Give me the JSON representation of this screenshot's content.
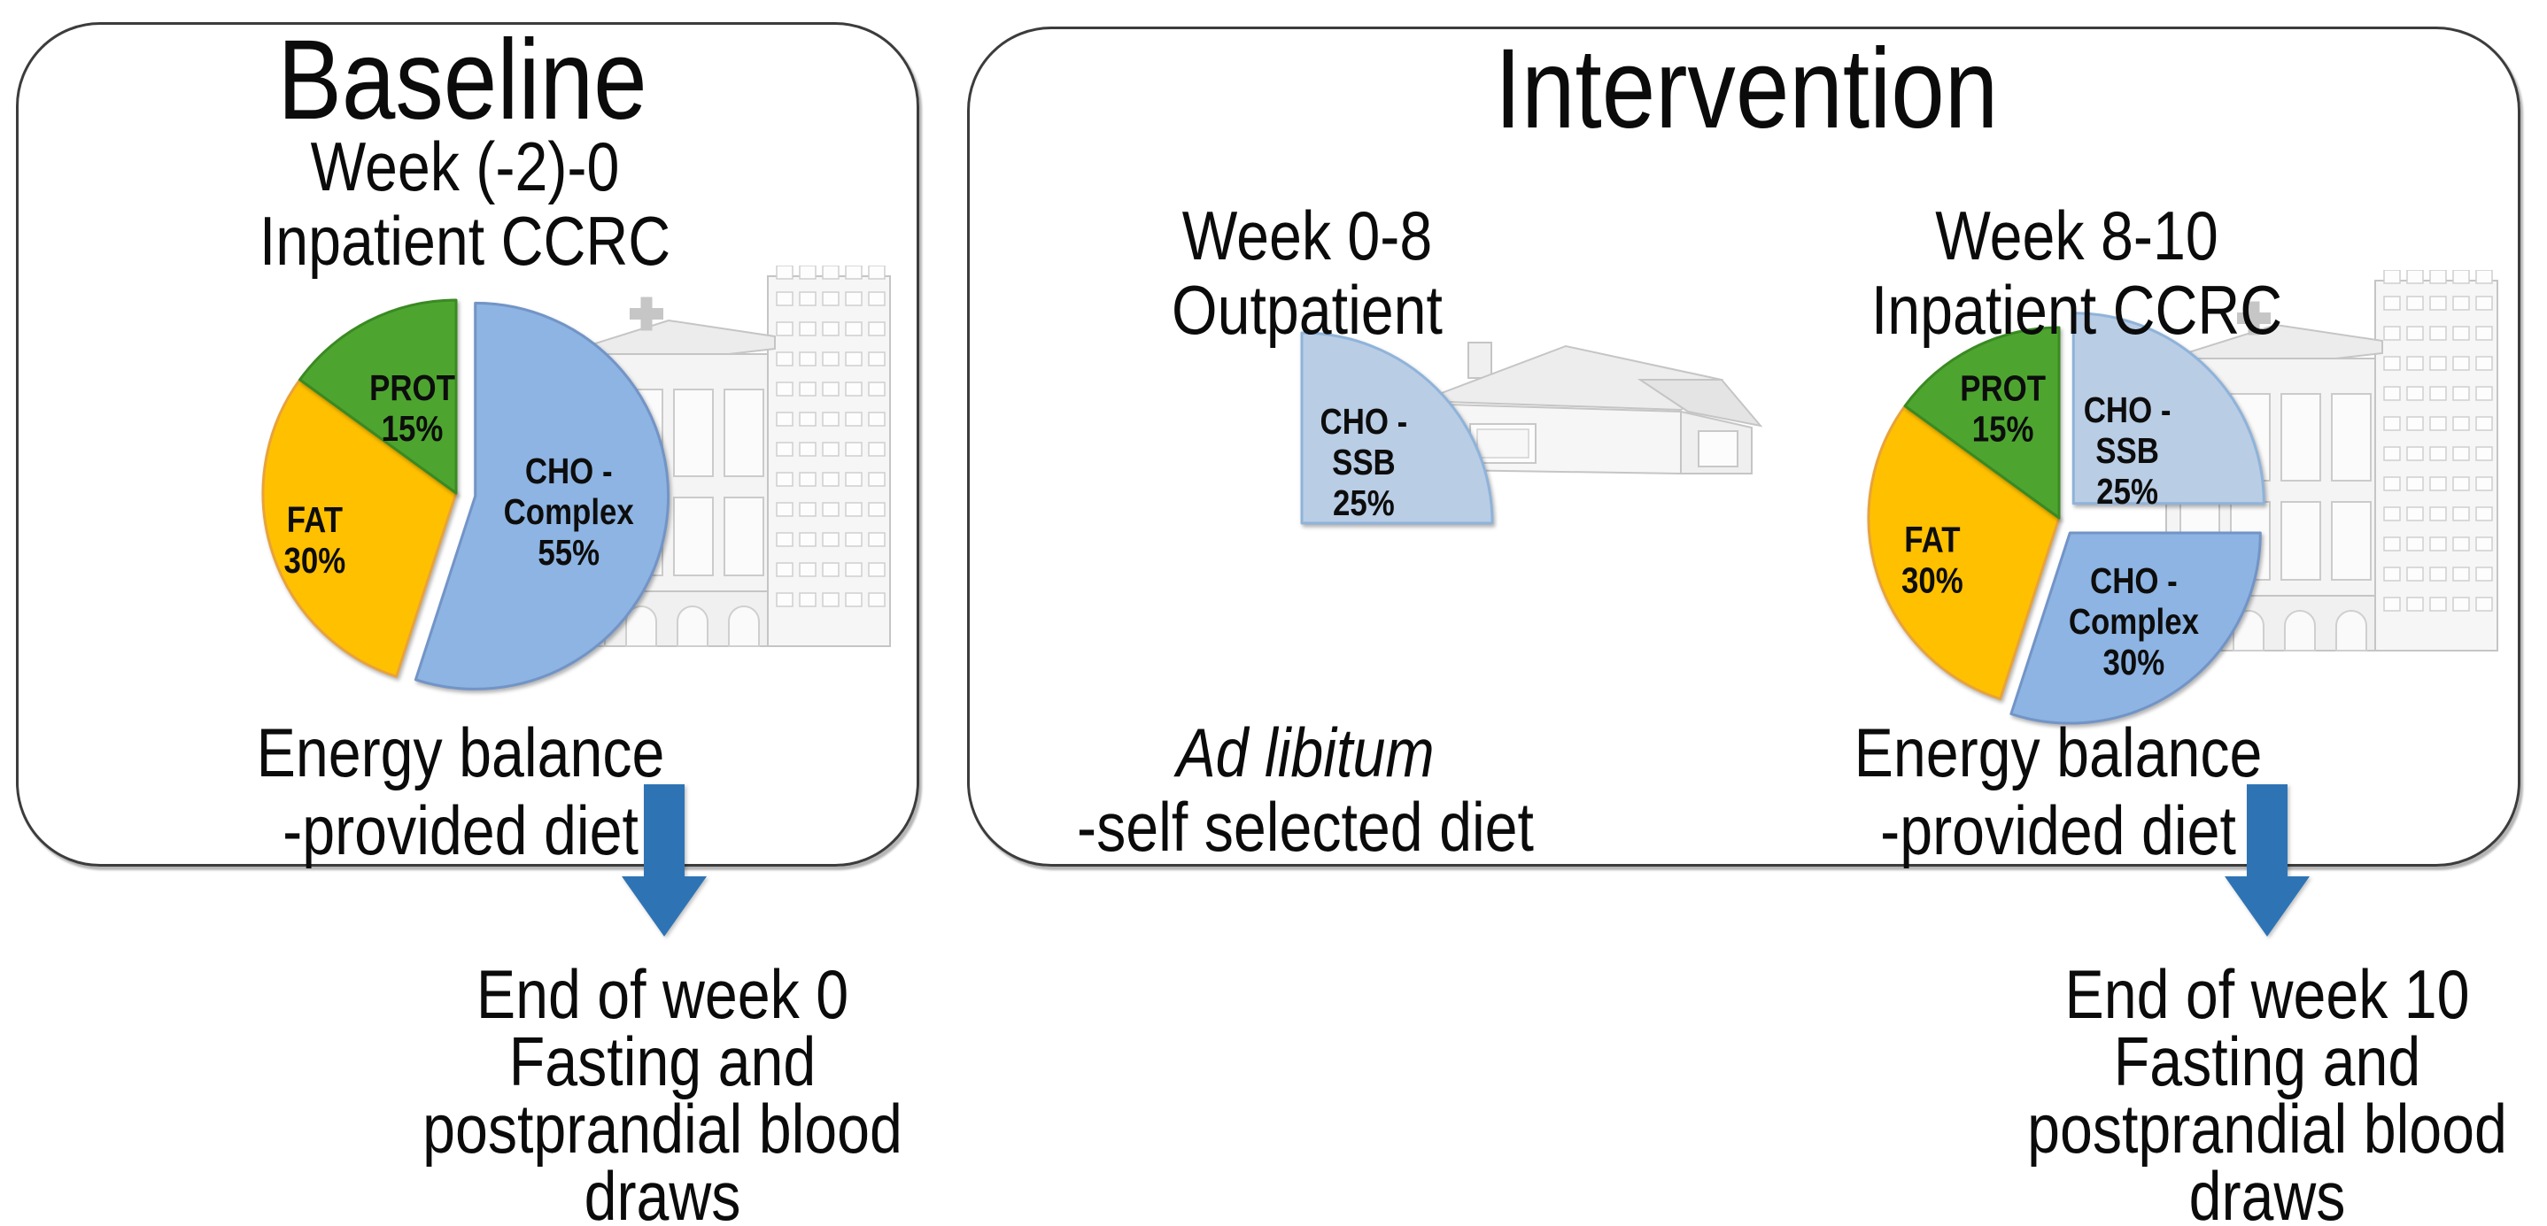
{
  "figure": {
    "baseline": {
      "title": "Baseline",
      "week": "Week (-2)-0",
      "setting": "Inpatient CCRC",
      "diet": [
        "Energy balance",
        "-provided diet"
      ],
      "outcome": [
        "End of week 0",
        "Fasting and",
        "postprandial blood",
        "draws"
      ]
    },
    "intervention": {
      "title": "Intervention",
      "outpatient": {
        "week": "Week 0-8",
        "setting": "Outpatient",
        "diet": [
          "Ad libitum",
          "-self selected diet"
        ]
      },
      "inpatient": {
        "week": "Week 8-10",
        "setting": "Inpatient CCRC",
        "diet": [
          "Energy balance",
          "-provided diet"
        ],
        "outcome": [
          "End of week 10",
          "Fasting and",
          "postprandial blood",
          "draws"
        ]
      }
    }
  },
  "colors": {
    "arrow": "#2E74B5",
    "slice_green": "#4DA52F",
    "slice_yellow": "#FFC000",
    "slice_blue": "#8DB4E2",
    "slice_light_blue": "#B9CDE5",
    "box_border": "#3C3C3C",
    "building_fill": "#F4F4F4",
    "building_stroke": "#C5C5C5",
    "text": "#0B0B0B"
  },
  "chart_data": [
    {
      "id": "baseline-diet",
      "type": "pie",
      "unit": "percent",
      "direction": "clockwise",
      "start_angle_deg": 0,
      "slices": [
        {
          "label": "CHO - Complex",
          "value": 55,
          "color": "#8DB4E2",
          "stroke": "#7294C7",
          "explode": 22,
          "label_r": 0.49,
          "label_lines": [
            "CHO -",
            "Complex",
            "55%"
          ]
        },
        {
          "label": "FAT",
          "value": 30,
          "color": "#FFC000",
          "stroke": "#E8A33B",
          "explode": 0,
          "label_r": 0.77,
          "label_lines": [
            "FAT",
            "30%"
          ]
        },
        {
          "label": "PROT",
          "value": 15,
          "color": "#4DA52F",
          "stroke": "#3A8A22",
          "explode": 0,
          "label_r": 0.5,
          "label_lines": [
            "PROT",
            "15%"
          ]
        }
      ]
    },
    {
      "id": "outpatient-diet",
      "type": "pie",
      "unit": "percent",
      "direction": "clockwise",
      "start_angle_deg": 0,
      "partial_pie": true,
      "slices": [
        {
          "label": "CHO - SSB",
          "value": 25,
          "color": "#B9CDE5",
          "stroke": "#8FB3DA",
          "explode": 0,
          "label_r": 0.46,
          "label_lines": [
            "CHO -",
            "SSB",
            "25%"
          ]
        }
      ]
    },
    {
      "id": "inpatient-diet",
      "type": "pie",
      "unit": "percent",
      "direction": "clockwise",
      "start_angle_deg": 0,
      "slices": [
        {
          "label": "CHO - SSB",
          "value": 25,
          "color": "#B9CDE5",
          "stroke": "#8FB3DA",
          "explode": 23,
          "label_r": 0.4,
          "label_lines": [
            "CHO -",
            "SSB",
            "25%"
          ]
        },
        {
          "label": "CHO - Complex",
          "value": 30,
          "color": "#8DB4E2",
          "stroke": "#7294C7",
          "explode": 21,
          "label_r": 0.57,
          "label_lines": [
            "CHO -",
            "Complex",
            "30%"
          ]
        },
        {
          "label": "FAT",
          "value": 30,
          "color": "#FFC000",
          "stroke": "#E8A33B",
          "explode": 0,
          "label_r": 0.7,
          "label_lines": [
            "FAT",
            "30%"
          ]
        },
        {
          "label": "PROT",
          "value": 15,
          "color": "#4DA52F",
          "stroke": "#3A8A22",
          "explode": 0,
          "label_r": 0.65,
          "label_lines": [
            "PROT",
            "15%"
          ]
        }
      ]
    }
  ]
}
